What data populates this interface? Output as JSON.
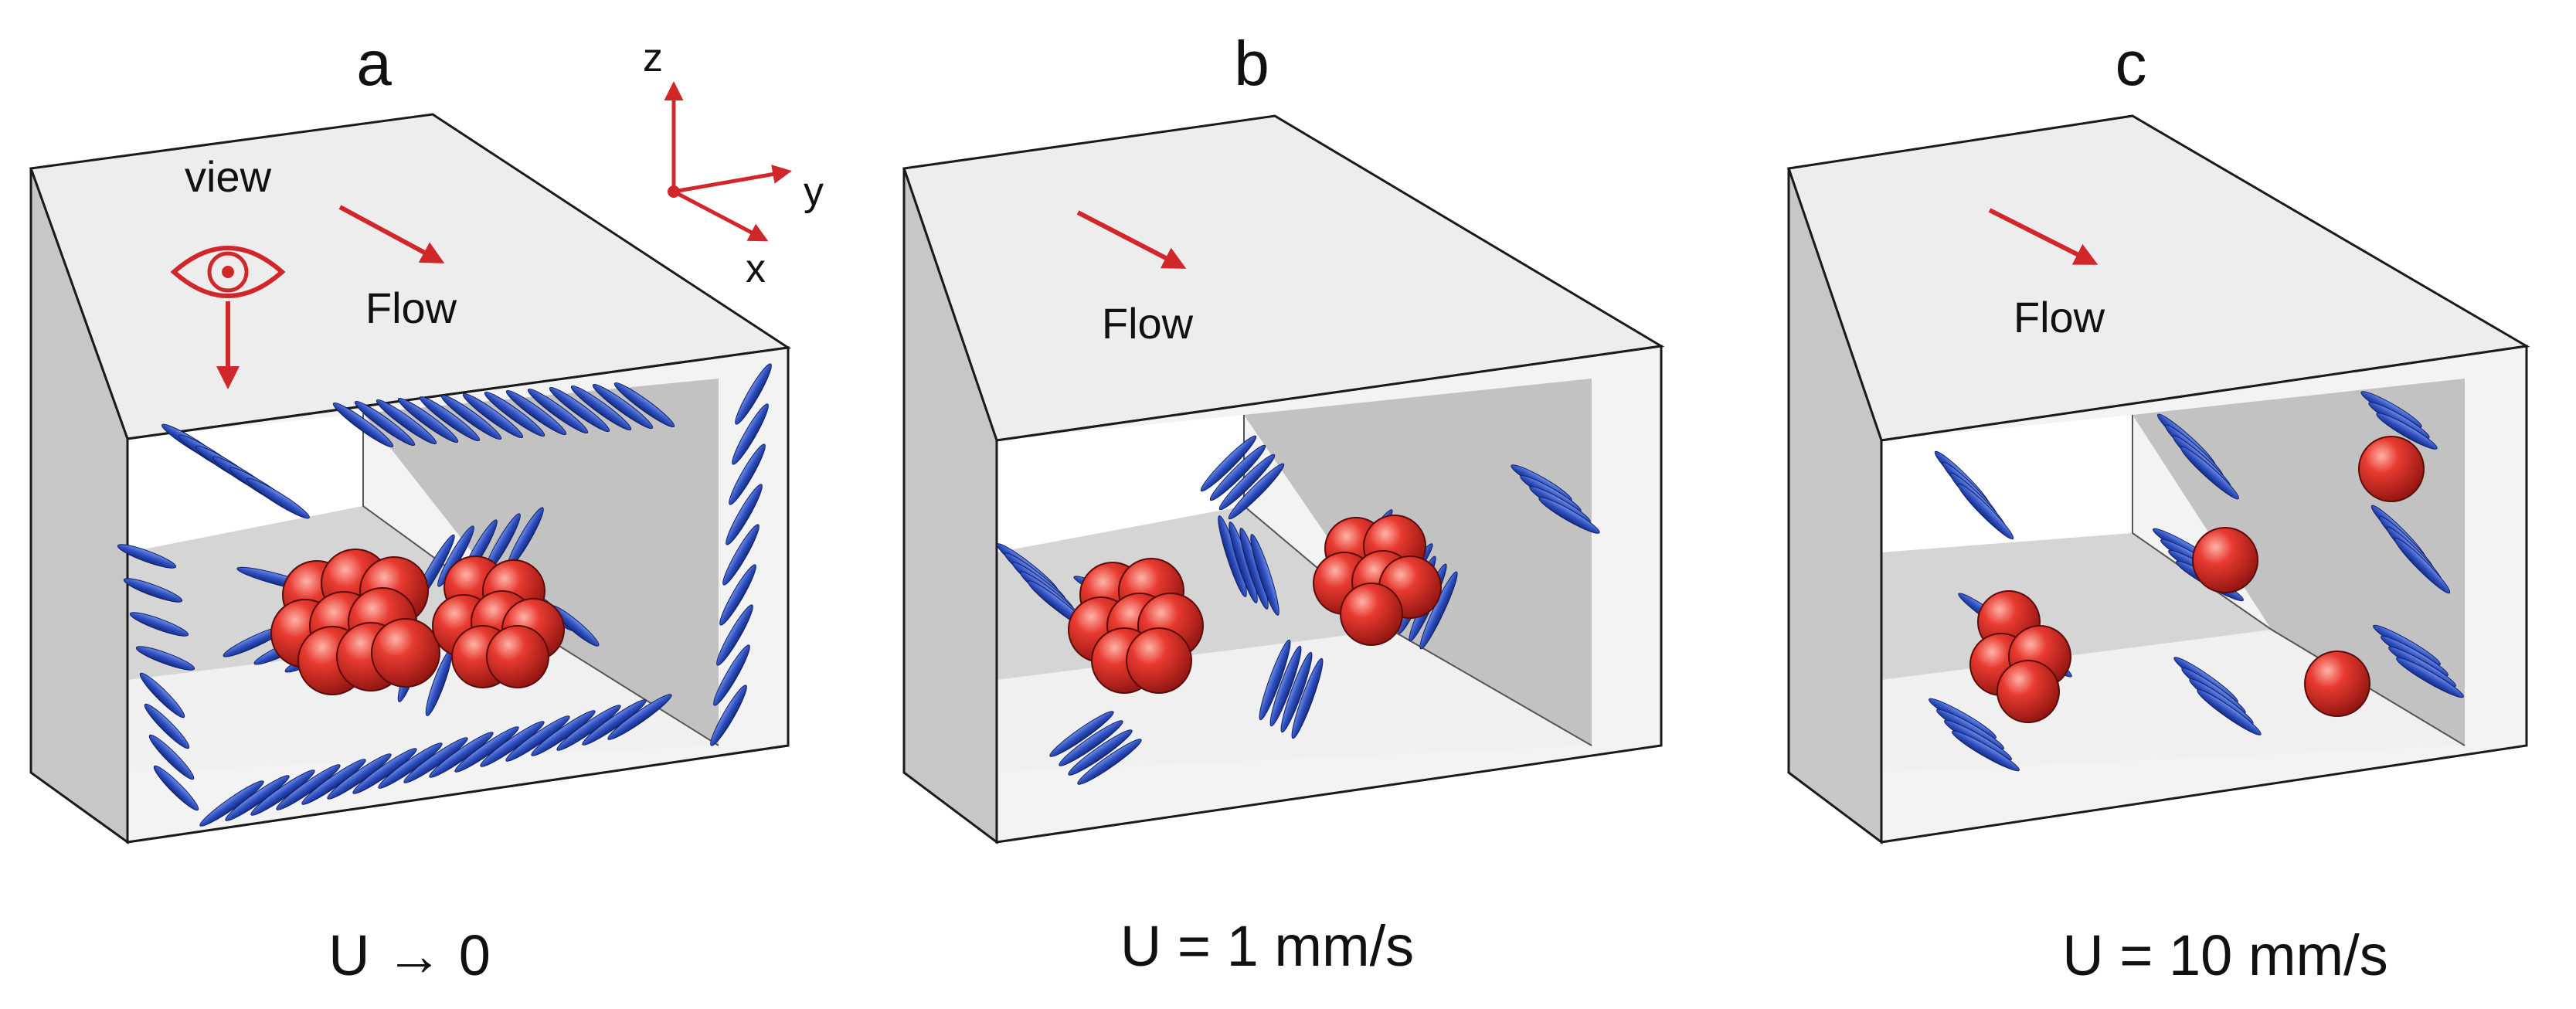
{
  "panels": [
    {
      "letter": "a",
      "flow_label": "Flow",
      "view_label": "view",
      "caption": "U → 0"
    },
    {
      "letter": "b",
      "flow_label": "Flow",
      "caption": "U = 1 mm/s"
    },
    {
      "letter": "c",
      "flow_label": "Flow",
      "caption": "U = 10 mm/s"
    }
  ],
  "axes": {
    "z": "z",
    "y": "y",
    "x": "x"
  },
  "colors": {
    "arrow": "#d0272b",
    "particle": "#e03030",
    "rod": "#2340a8",
    "box_top": "#ededed",
    "box_side": "#c7c7c7",
    "box_back": "#c2c2c2",
    "box_floor": "#f3f3f3",
    "outline": "#1a1a1a"
  },
  "icons": {
    "eye": "eye-icon"
  }
}
